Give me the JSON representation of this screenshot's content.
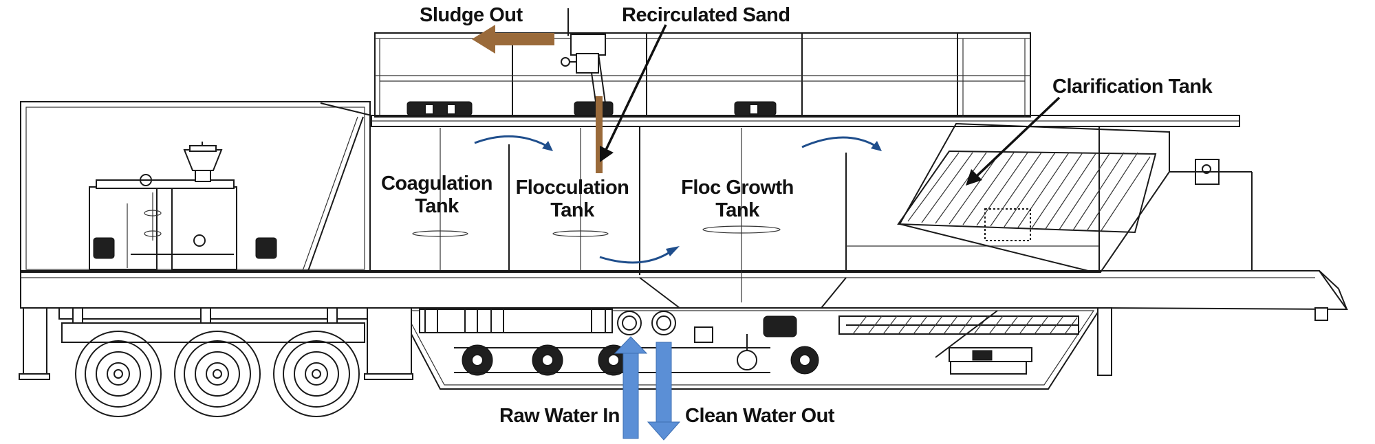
{
  "labels": {
    "sludge_out": "Sludge Out",
    "recirculated_sand": "Recirculated Sand",
    "clarification_tank": "Clarification Tank",
    "coagulation_tank_l1": "Coagulation",
    "coagulation_tank_l2": "Tank",
    "flocculation_tank_l1": "Flocculation",
    "flocculation_tank_l2": "Tank",
    "floc_growth_tank_l1": "Floc Growth",
    "floc_growth_tank_l2": "Tank",
    "raw_water_in": "Raw Water In",
    "clean_water_out": "Clean Water Out"
  },
  "colors": {
    "sludge": "#9a6a3a",
    "water": "#5b8fd6",
    "flow_arrow": "#1f4e8c",
    "line": "#1a1a1a"
  }
}
